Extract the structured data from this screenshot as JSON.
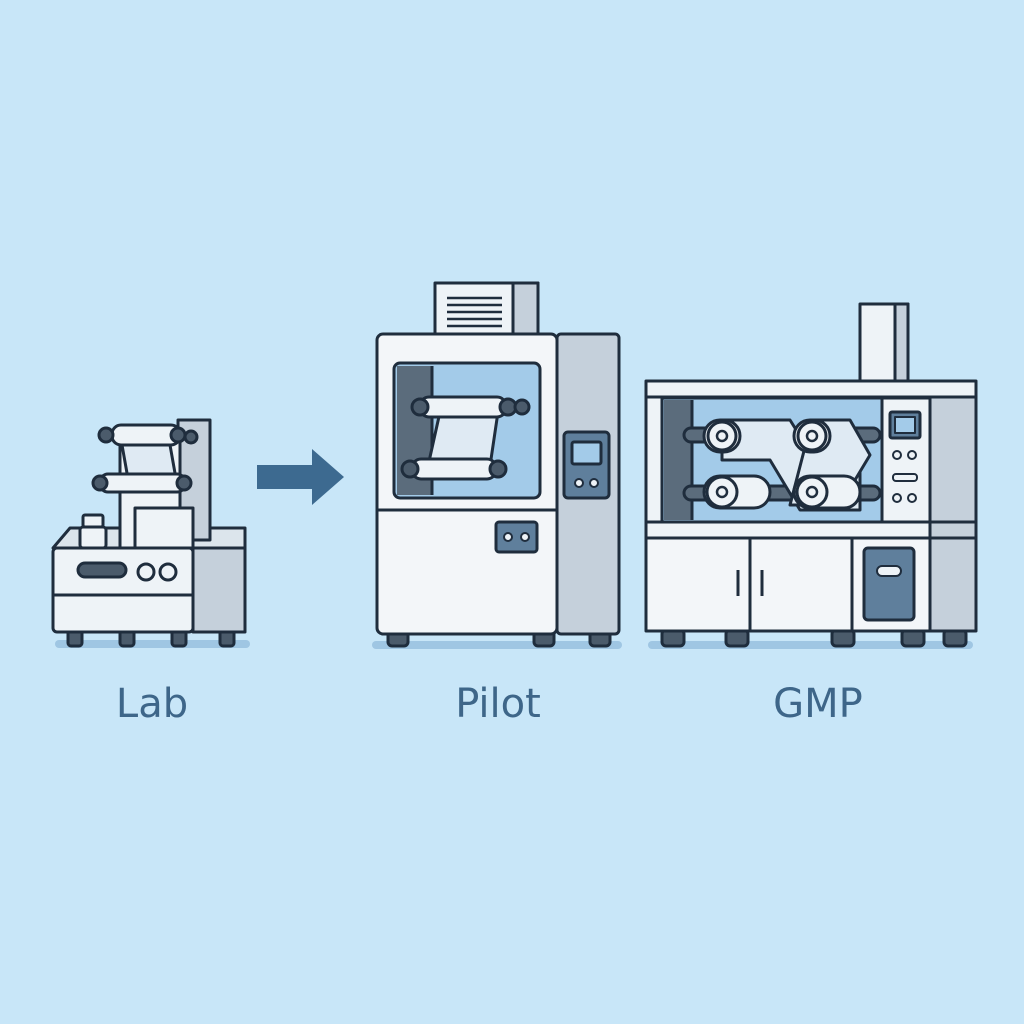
{
  "stages": [
    {
      "id": "lab",
      "label": "Lab"
    },
    {
      "id": "pilot",
      "label": "Pilot"
    },
    {
      "id": "gmp",
      "label": "GMP"
    }
  ],
  "colors": {
    "background": "#c8e6f8",
    "outline": "#1f2d3d",
    "panel_white": "#f3f6f9",
    "panel_gray": "#c5d0db",
    "window_blue": "#a3cbe9",
    "arrow": "#3d6a90",
    "label_text": "#3e6689"
  },
  "icons": {
    "transition": "arrow-right-icon"
  }
}
